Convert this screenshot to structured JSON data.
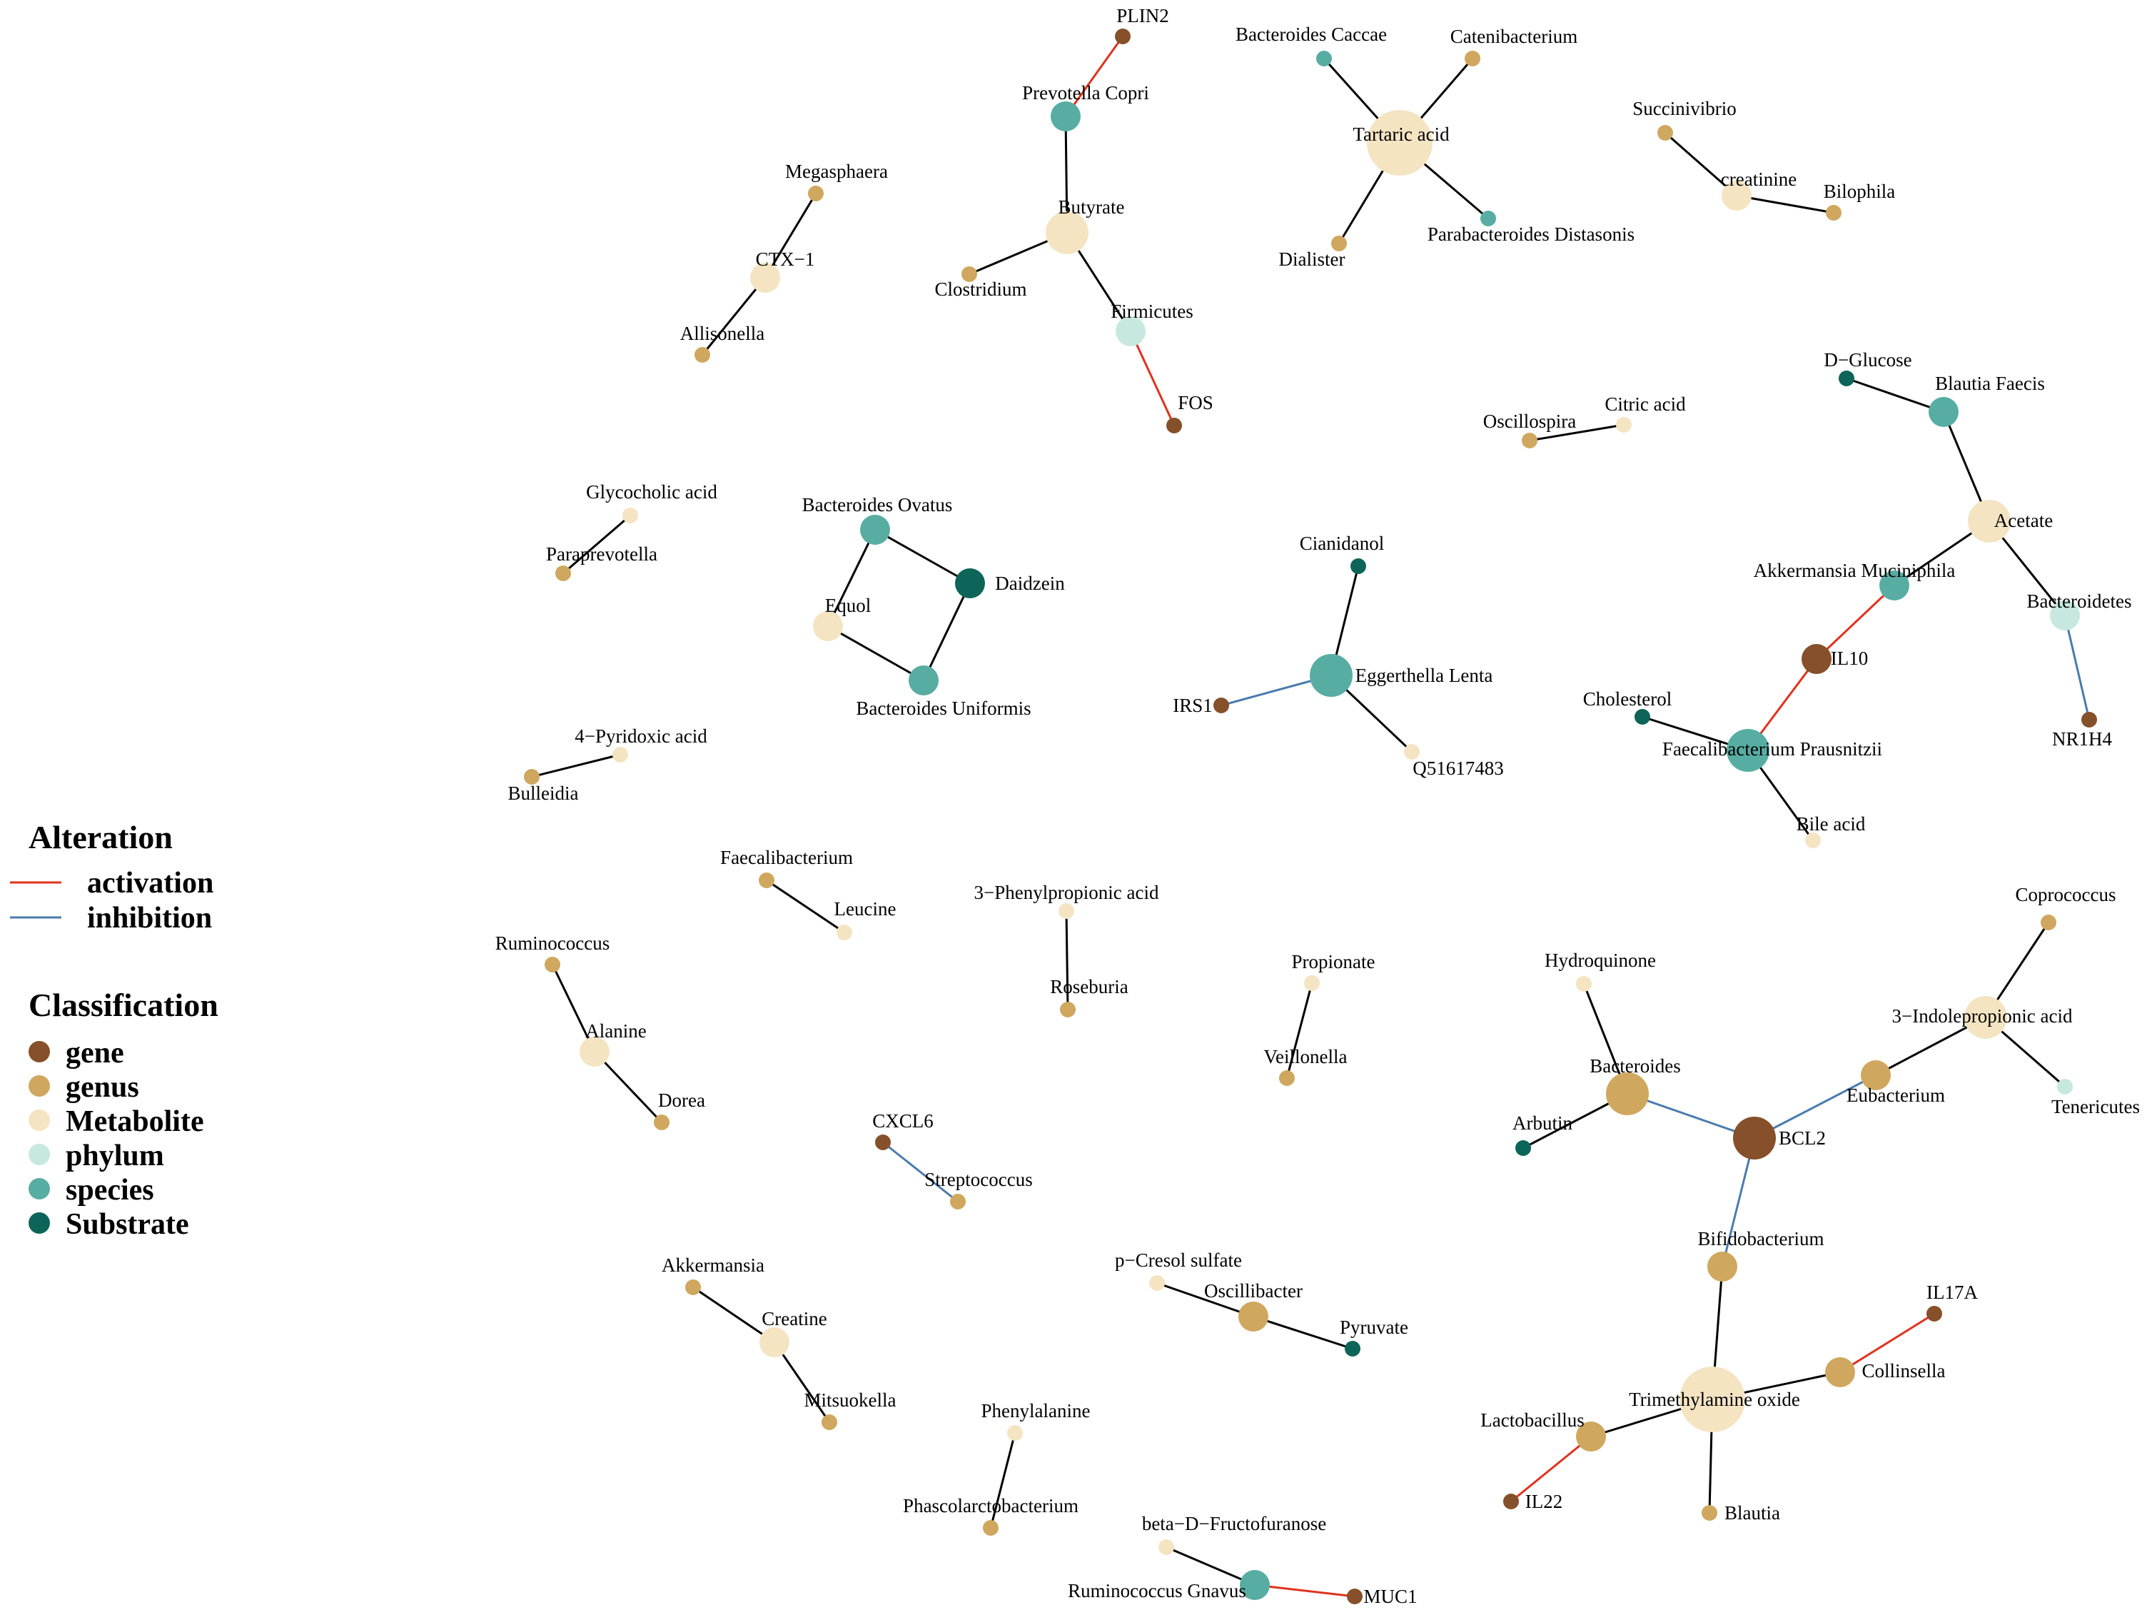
{
  "colors": {
    "gene": "#85502A",
    "genus": "#CFA75E",
    "Metabolite": "#F4E4C2",
    "phylum": "#C6E8E0",
    "species": "#58ADA3",
    "Substrate": "#0D6458",
    "activation": "#E0321F",
    "inhibition": "#4A7BAD",
    "neutral": "#000000"
  },
  "legend": {
    "alteration": {
      "title": "Alteration",
      "items": [
        {
          "label": "activation",
          "color": "#E0321F"
        },
        {
          "label": "inhibition",
          "color": "#4A7BAD"
        }
      ]
    },
    "classification": {
      "title": "Classification",
      "items": [
        {
          "label": "gene",
          "color": "#85502A"
        },
        {
          "label": "genus",
          "color": "#CFA75E"
        },
        {
          "label": "Metabolite",
          "color": "#F4E4C2"
        },
        {
          "label": "phylum",
          "color": "#C6E8E0"
        },
        {
          "label": "species",
          "color": "#58ADA3"
        },
        {
          "label": "Substrate",
          "color": "#0D6458"
        }
      ]
    }
  },
  "nodes": [
    {
      "id": "PLIN2",
      "label": "PLIN2",
      "cls": "gene",
      "deg": 1
    },
    {
      "id": "PrevotellaCopri",
      "label": "Prevotella Copri",
      "cls": "species",
      "deg": 2
    },
    {
      "id": "Butyrate",
      "label": "Butyrate",
      "cls": "Metabolite",
      "deg": 3
    },
    {
      "id": "Clostridium",
      "label": "Clostridium",
      "cls": "genus",
      "deg": 1
    },
    {
      "id": "Firmicutes",
      "label": "Firmicutes",
      "cls": "phylum",
      "deg": 2
    },
    {
      "id": "FOS",
      "label": "FOS",
      "cls": "gene",
      "deg": 1
    },
    {
      "id": "BacteroidesCaccae",
      "label": "Bacteroides Caccae",
      "cls": "species",
      "deg": 1
    },
    {
      "id": "Catenibacterium",
      "label": "Catenibacterium",
      "cls": "genus",
      "deg": 1
    },
    {
      "id": "TartaricAcid",
      "label": "Tartaric acid",
      "cls": "Metabolite",
      "deg": 4
    },
    {
      "id": "Dialister",
      "label": "Dialister",
      "cls": "genus",
      "deg": 1
    },
    {
      "id": "ParabacteroidesDistasonis",
      "label": "Parabacteroides Distasonis",
      "cls": "species",
      "deg": 1
    },
    {
      "id": "Succinivibrio",
      "label": "Succinivibrio",
      "cls": "genus",
      "deg": 1
    },
    {
      "id": "creatinine",
      "label": "creatinine",
      "cls": "Metabolite",
      "deg": 2
    },
    {
      "id": "Bilophila",
      "label": "Bilophila",
      "cls": "genus",
      "deg": 1
    },
    {
      "id": "Megasphaera",
      "label": "Megasphaera",
      "cls": "genus",
      "deg": 1
    },
    {
      "id": "CTX1",
      "label": "CTX−1",
      "cls": "Metabolite",
      "deg": 2
    },
    {
      "id": "Allisonella",
      "label": "Allisonella",
      "cls": "genus",
      "deg": 1
    },
    {
      "id": "DGlucose",
      "label": "D−Glucose",
      "cls": "Substrate",
      "deg": 1
    },
    {
      "id": "BlautiaFaecis",
      "label": "Blautia Faecis",
      "cls": "species",
      "deg": 2
    },
    {
      "id": "Acetate",
      "label": "Acetate",
      "cls": "Metabolite",
      "deg": 3
    },
    {
      "id": "AkkermansiaMuciniphila",
      "label": "Akkermansia Muciniphila",
      "cls": "species",
      "deg": 2
    },
    {
      "id": "Bacteroidetes",
      "label": "Bacteroidetes",
      "cls": "phylum",
      "deg": 2
    },
    {
      "id": "NR1H4",
      "label": "NR1H4",
      "cls": "gene",
      "deg": 1
    },
    {
      "id": "IL10",
      "label": "IL10",
      "cls": "gene",
      "deg": 2
    },
    {
      "id": "Cholesterol",
      "label": "Cholesterol",
      "cls": "Substrate",
      "deg": 1
    },
    {
      "id": "FaecalibacteriumPrausnitzii",
      "label": "Faecalibacterium Prausnitzii",
      "cls": "species",
      "deg": 3
    },
    {
      "id": "BileAcid",
      "label": "Bile acid",
      "cls": "Metabolite",
      "deg": 1
    },
    {
      "id": "Oscillospira",
      "label": "Oscillospira",
      "cls": "genus",
      "deg": 1
    },
    {
      "id": "CitricAcid",
      "label": "Citric acid",
      "cls": "Metabolite",
      "deg": 1
    },
    {
      "id": "GlycocholicAcid",
      "label": "Glycocholic acid",
      "cls": "Metabolite",
      "deg": 1
    },
    {
      "id": "Paraprevotella",
      "label": "Paraprevotella",
      "cls": "genus",
      "deg": 1
    },
    {
      "id": "BacteroidesOvatus",
      "label": "Bacteroides Ovatus",
      "cls": "species",
      "deg": 2
    },
    {
      "id": "Daidzein",
      "label": "Daidzein",
      "cls": "Substrate",
      "deg": 2
    },
    {
      "id": "Equol",
      "label": "Equol",
      "cls": "Metabolite",
      "deg": 2
    },
    {
      "id": "BacteroidesUniformis",
      "label": "Bacteroides Uniformis",
      "cls": "species",
      "deg": 2
    },
    {
      "id": "Cianidanol",
      "label": "Cianidanol",
      "cls": "Substrate",
      "deg": 1
    },
    {
      "id": "EggerthellaLenta",
      "label": "Eggerthella Lenta",
      "cls": "species",
      "deg": 3
    },
    {
      "id": "IRS1",
      "label": "IRS1",
      "cls": "gene",
      "deg": 1
    },
    {
      "id": "Q51617483",
      "label": "Q51617483",
      "cls": "Metabolite",
      "deg": 1
    },
    {
      "id": "PyridoxicAcid",
      "label": "4−Pyridoxic acid",
      "cls": "Metabolite",
      "deg": 1
    },
    {
      "id": "Bulleidia",
      "label": "Bulleidia",
      "cls": "genus",
      "deg": 1
    },
    {
      "id": "Faecalibacterium",
      "label": "Faecalibacterium",
      "cls": "genus",
      "deg": 1
    },
    {
      "id": "Leucine",
      "label": "Leucine",
      "cls": "Metabolite",
      "deg": 1
    },
    {
      "id": "PhenylpropionicAcid",
      "label": "3−Phenylpropionic acid",
      "cls": "Metabolite",
      "deg": 1
    },
    {
      "id": "Roseburia",
      "label": "Roseburia",
      "cls": "genus",
      "deg": 1
    },
    {
      "id": "Propionate",
      "label": "Propionate",
      "cls": "Metabolite",
      "deg": 1
    },
    {
      "id": "Veillonella",
      "label": "Veillonella",
      "cls": "genus",
      "deg": 1
    },
    {
      "id": "Ruminococcus",
      "label": "Ruminococcus",
      "cls": "genus",
      "deg": 1
    },
    {
      "id": "Alanine",
      "label": "Alanine",
      "cls": "Metabolite",
      "deg": 2
    },
    {
      "id": "Dorea",
      "label": "Dorea",
      "cls": "genus",
      "deg": 1
    },
    {
      "id": "CXCL6",
      "label": "CXCL6",
      "cls": "gene",
      "deg": 1
    },
    {
      "id": "Streptococcus",
      "label": "Streptococcus",
      "cls": "genus",
      "deg": 1
    },
    {
      "id": "Coprococcus",
      "label": "Coprococcus",
      "cls": "genus",
      "deg": 1
    },
    {
      "id": "IndolepropionicAcid",
      "label": "3−Indolepropionic acid",
      "cls": "Metabolite",
      "deg": 3
    },
    {
      "id": "Tenericutes",
      "label": "Tenericutes",
      "cls": "phylum",
      "deg": 1
    },
    {
      "id": "Hydroquinone",
      "label": "Hydroquinone",
      "cls": "Metabolite",
      "deg": 1
    },
    {
      "id": "Bacteroides",
      "label": "Bacteroides",
      "cls": "genus",
      "deg": 3
    },
    {
      "id": "Eubacterium",
      "label": "Eubacterium",
      "cls": "genus",
      "deg": 2
    },
    {
      "id": "Arbutin",
      "label": "Arbutin",
      "cls": "Substrate",
      "deg": 1
    },
    {
      "id": "BCL2",
      "label": "BCL2",
      "cls": "gene",
      "deg": 3
    },
    {
      "id": "Bifidobacterium",
      "label": "Bifidobacterium",
      "cls": "genus",
      "deg": 2
    },
    {
      "id": "Akkermansia",
      "label": "Akkermansia",
      "cls": "genus",
      "deg": 1
    },
    {
      "id": "Creatine",
      "label": "Creatine",
      "cls": "Metabolite",
      "deg": 2
    },
    {
      "id": "Mitsuokella",
      "label": "Mitsuokella",
      "cls": "genus",
      "deg": 1
    },
    {
      "id": "pCresolSulfate",
      "label": "p−Cresol sulfate",
      "cls": "Metabolite",
      "deg": 1
    },
    {
      "id": "Oscillibacter",
      "label": "Oscillibacter",
      "cls": "genus",
      "deg": 2
    },
    {
      "id": "Pyruvate",
      "label": "Pyruvate",
      "cls": "Substrate",
      "deg": 1
    },
    {
      "id": "IL17A",
      "label": "IL17A",
      "cls": "gene",
      "deg": 1
    },
    {
      "id": "Collinsella",
      "label": "Collinsella",
      "cls": "genus",
      "deg": 2
    },
    {
      "id": "TMAO",
      "label": "Trimethylamine oxide",
      "cls": "Metabolite",
      "deg": 4
    },
    {
      "id": "Lactobacillus",
      "label": "Lactobacillus",
      "cls": "genus",
      "deg": 2
    },
    {
      "id": "IL22",
      "label": "IL22",
      "cls": "gene",
      "deg": 1
    },
    {
      "id": "Blautia",
      "label": "Blautia",
      "cls": "genus",
      "deg": 1
    },
    {
      "id": "Phenylalanine",
      "label": "Phenylalanine",
      "cls": "Metabolite",
      "deg": 1
    },
    {
      "id": "Phascolarctobacterium",
      "label": "Phascolarctobacterium",
      "cls": "genus",
      "deg": 1
    },
    {
      "id": "BetaDFructofuranose",
      "label": "beta−D−Fructofuranose",
      "cls": "Metabolite",
      "deg": 1
    },
    {
      "id": "RuminococcusGnavus",
      "label": "Ruminococcus Gnavus",
      "cls": "species",
      "deg": 2
    },
    {
      "id": "MUC1",
      "label": "MUC1",
      "cls": "gene",
      "deg": 1
    }
  ],
  "edges": [
    {
      "source": "PLIN2",
      "target": "PrevotellaCopri",
      "type": "activation"
    },
    {
      "source": "PrevotellaCopri",
      "target": "Butyrate",
      "type": "neutral"
    },
    {
      "source": "Butyrate",
      "target": "Clostridium",
      "type": "neutral"
    },
    {
      "source": "Butyrate",
      "target": "Firmicutes",
      "type": "neutral"
    },
    {
      "source": "Firmicutes",
      "target": "FOS",
      "type": "activation"
    },
    {
      "source": "BacteroidesCaccae",
      "target": "TartaricAcid",
      "type": "neutral"
    },
    {
      "source": "Catenibacterium",
      "target": "TartaricAcid",
      "type": "neutral"
    },
    {
      "source": "TartaricAcid",
      "target": "Dialister",
      "type": "neutral"
    },
    {
      "source": "TartaricAcid",
      "target": "ParabacteroidesDistasonis",
      "type": "neutral"
    },
    {
      "source": "Succinivibrio",
      "target": "creatinine",
      "type": "neutral"
    },
    {
      "source": "creatinine",
      "target": "Bilophila",
      "type": "neutral"
    },
    {
      "source": "Megasphaera",
      "target": "CTX1",
      "type": "neutral"
    },
    {
      "source": "CTX1",
      "target": "Allisonella",
      "type": "neutral"
    },
    {
      "source": "DGlucose",
      "target": "BlautiaFaecis",
      "type": "neutral"
    },
    {
      "source": "BlautiaFaecis",
      "target": "Acetate",
      "type": "neutral"
    },
    {
      "source": "Acetate",
      "target": "AkkermansiaMuciniphila",
      "type": "neutral"
    },
    {
      "source": "Acetate",
      "target": "Bacteroidetes",
      "type": "neutral"
    },
    {
      "source": "Bacteroidetes",
      "target": "NR1H4",
      "type": "inhibition"
    },
    {
      "source": "AkkermansiaMuciniphila",
      "target": "IL10",
      "type": "activation"
    },
    {
      "source": "IL10",
      "target": "FaecalibacteriumPrausnitzii",
      "type": "activation"
    },
    {
      "source": "Cholesterol",
      "target": "FaecalibacteriumPrausnitzii",
      "type": "neutral"
    },
    {
      "source": "FaecalibacteriumPrausnitzii",
      "target": "BileAcid",
      "type": "neutral"
    },
    {
      "source": "Oscillospira",
      "target": "CitricAcid",
      "type": "neutral"
    },
    {
      "source": "GlycocholicAcid",
      "target": "Paraprevotella",
      "type": "neutral"
    },
    {
      "source": "BacteroidesOvatus",
      "target": "Daidzein",
      "type": "neutral"
    },
    {
      "source": "BacteroidesOvatus",
      "target": "Equol",
      "type": "neutral"
    },
    {
      "source": "Equol",
      "target": "BacteroidesUniformis",
      "type": "neutral"
    },
    {
      "source": "Daidzein",
      "target": "BacteroidesUniformis",
      "type": "neutral"
    },
    {
      "source": "Cianidanol",
      "target": "EggerthellaLenta",
      "type": "neutral"
    },
    {
      "source": "IRS1",
      "target": "EggerthellaLenta",
      "type": "inhibition"
    },
    {
      "source": "EggerthellaLenta",
      "target": "Q51617483",
      "type": "neutral"
    },
    {
      "source": "PyridoxicAcid",
      "target": "Bulleidia",
      "type": "neutral"
    },
    {
      "source": "Faecalibacterium",
      "target": "Leucine",
      "type": "neutral"
    },
    {
      "source": "PhenylpropionicAcid",
      "target": "Roseburia",
      "type": "neutral"
    },
    {
      "source": "Propionate",
      "target": "Veillonella",
      "type": "neutral"
    },
    {
      "source": "Ruminococcus",
      "target": "Alanine",
      "type": "neutral"
    },
    {
      "source": "Alanine",
      "target": "Dorea",
      "type": "neutral"
    },
    {
      "source": "CXCL6",
      "target": "Streptococcus",
      "type": "inhibition"
    },
    {
      "source": "Coprococcus",
      "target": "IndolepropionicAcid",
      "type": "neutral"
    },
    {
      "source": "IndolepropionicAcid",
      "target": "Tenericutes",
      "type": "neutral"
    },
    {
      "source": "IndolepropionicAcid",
      "target": "Eubacterium",
      "type": "neutral"
    },
    {
      "source": "Eubacterium",
      "target": "BCL2",
      "type": "inhibition"
    },
    {
      "source": "Hydroquinone",
      "target": "Bacteroides",
      "type": "neutral"
    },
    {
      "source": "Bacteroides",
      "target": "Arbutin",
      "type": "neutral"
    },
    {
      "source": "Bacteroides",
      "target": "BCL2",
      "type": "inhibition"
    },
    {
      "source": "BCL2",
      "target": "Bifidobacterium",
      "type": "inhibition"
    },
    {
      "source": "Bifidobacterium",
      "target": "TMAO",
      "type": "neutral"
    },
    {
      "source": "IL17A",
      "target": "Collinsella",
      "type": "activation"
    },
    {
      "source": "Collinsella",
      "target": "TMAO",
      "type": "neutral"
    },
    {
      "source": "TMAO",
      "target": "Lactobacillus",
      "type": "neutral"
    },
    {
      "source": "TMAO",
      "target": "Blautia",
      "type": "neutral"
    },
    {
      "source": "Lactobacillus",
      "target": "IL22",
      "type": "activation"
    },
    {
      "source": "Akkermansia",
      "target": "Creatine",
      "type": "neutral"
    },
    {
      "source": "Creatine",
      "target": "Mitsuokella",
      "type": "neutral"
    },
    {
      "source": "pCresolSulfate",
      "target": "Oscillibacter",
      "type": "neutral"
    },
    {
      "source": "Oscillibacter",
      "target": "Pyruvate",
      "type": "neutral"
    },
    {
      "source": "Phenylalanine",
      "target": "Phascolarctobacterium",
      "type": "neutral"
    },
    {
      "source": "BetaDFructofuranose",
      "target": "RuminococcusGnavus",
      "type": "neutral"
    },
    {
      "source": "RuminococcusGnavus",
      "target": "MUC1",
      "type": "activation"
    }
  ]
}
